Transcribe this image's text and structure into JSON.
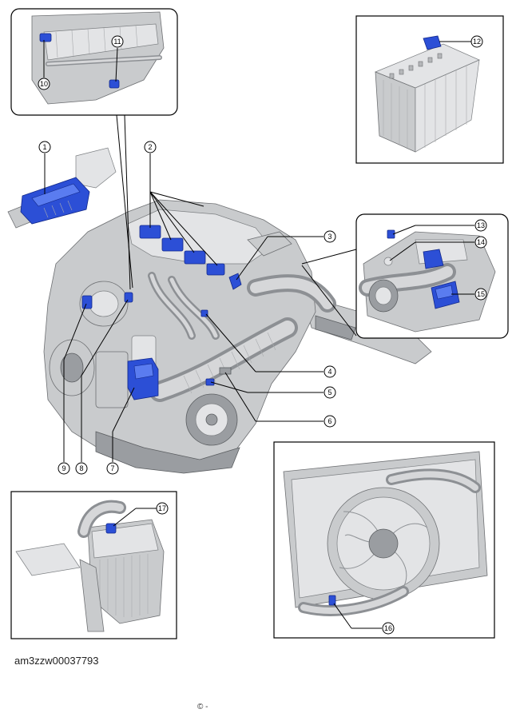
{
  "figure_id": "am3zzw00037793",
  "footer_mark": "© -",
  "callouts": [
    {
      "id": "1",
      "label": "①"
    },
    {
      "id": "2",
      "label": "②"
    },
    {
      "id": "3",
      "label": "③"
    },
    {
      "id": "4",
      "label": "④"
    },
    {
      "id": "5",
      "label": "⑤"
    },
    {
      "id": "6",
      "label": "⑥"
    },
    {
      "id": "7",
      "label": "⑦"
    },
    {
      "id": "8",
      "label": "⑧"
    },
    {
      "id": "9",
      "label": "⑨"
    },
    {
      "id": "10",
      "label": "⑩"
    },
    {
      "id": "11",
      "label": "⑪"
    },
    {
      "id": "12",
      "label": "⑫"
    },
    {
      "id": "13",
      "label": "⑬"
    },
    {
      "id": "14",
      "label": "⑭"
    },
    {
      "id": "15",
      "label": "⑮"
    },
    {
      "id": "16",
      "label": "⑯"
    },
    {
      "id": "17",
      "label": "⑰"
    }
  ],
  "colors": {
    "highlight_component": "#2c4fd6",
    "metal": "#c9cbcd",
    "outline": "#000000"
  }
}
